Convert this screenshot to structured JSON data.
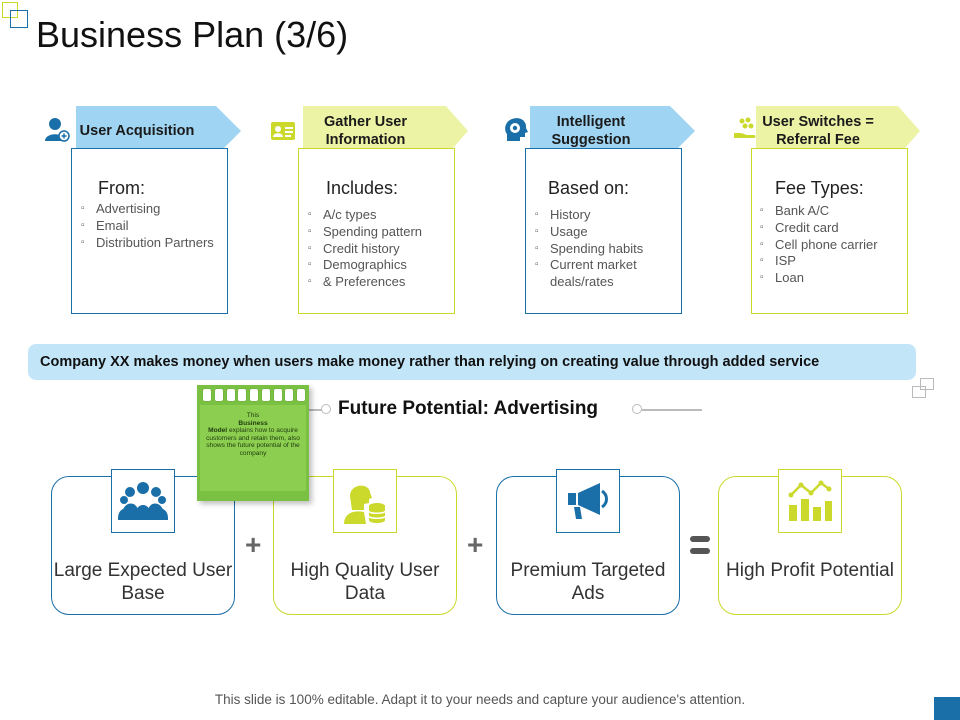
{
  "title": "Business Plan (3/6)",
  "colors": {
    "blue": "#1b6fa8",
    "light_blue": "#9fd4f3",
    "green": "#cbd92c",
    "light_green": "#ecf3a5",
    "note_green": "#7ac143"
  },
  "steps": [
    {
      "icon": "user-add-icon",
      "label": "User Acquisition",
      "head": "From:",
      "items": [
        "Advertising",
        "Email",
        "Distribution Partners"
      ]
    },
    {
      "icon": "id-card-icon",
      "label": "Gather User Information",
      "head": "Includes:",
      "items": [
        "A/c types",
        "Spending pattern",
        "Credit history",
        "Demographics",
        "& Preferences"
      ]
    },
    {
      "icon": "head-gear-icon",
      "label": "Intelligent Suggestion",
      "head": "Based on:",
      "items": [
        "History",
        "Usage",
        "Spending habits",
        "Current market deals/rates"
      ]
    },
    {
      "icon": "money-hand-icon",
      "label": "User Switches = Referral Fee",
      "head": "Fee Types:",
      "items": [
        "Bank A/C",
        "Credit card",
        "Cell phone carrier",
        "ISP",
        "Loan"
      ]
    }
  ],
  "band_text": "Company XX makes money when users make money rather than relying on creating value through added service",
  "future_title": "Future Potential: Advertising",
  "note": {
    "pre": "This",
    "bold1": "Business",
    "bold2": "Model",
    "rest": "explains how to acquire customers and retain them, also shows the future potential of the company"
  },
  "features": [
    {
      "icon": "users-group-icon",
      "label": "Large Expected User Base"
    },
    {
      "icon": "user-database-icon",
      "label": "High Quality User Data"
    },
    {
      "icon": "megaphone-icon",
      "label": "Premium Targeted Ads"
    },
    {
      "icon": "growth-chart-icon",
      "label": "High Profit Potential"
    }
  ],
  "operators": [
    "+",
    "+"
  ],
  "footer": "This slide is 100% editable. Adapt it to your needs and capture your audience's attention."
}
